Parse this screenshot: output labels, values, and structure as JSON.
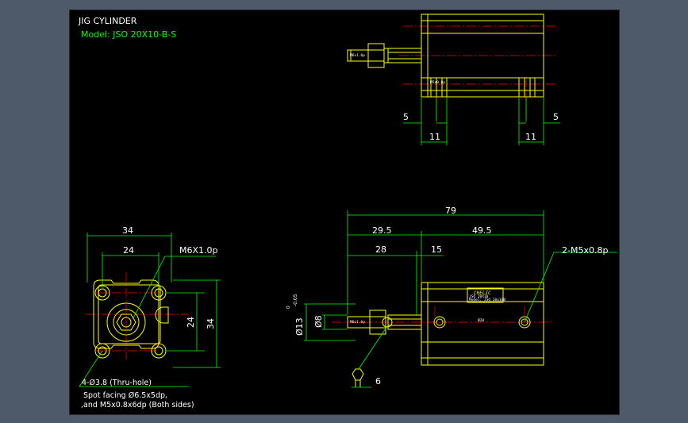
{
  "title": {
    "name": "JIG CYLINDER",
    "model": "Model: JSO 20X10-B-S"
  },
  "colors": {
    "background": "#000000",
    "outline": "#ffff00",
    "dimension": "#00ff00",
    "centerline": "#ff0000",
    "text": "#ffffff",
    "frame": "#4e5a6a"
  },
  "top_view": {
    "dims": {
      "left_5": "5",
      "left_11": "11",
      "right_11": "11",
      "right_5": "5"
    },
    "labels": {
      "rod_end": "M6x1.0p",
      "port": "M5x0.8p"
    }
  },
  "end_view": {
    "dims": {
      "width_outer": "34",
      "width_inner": "24",
      "height_inner": "24",
      "height_outer": "34"
    },
    "thread_label": "M6X1.0p",
    "notes": {
      "holes": "4-Ø3.8 (Thru-hole)",
      "spot": "Spot facing Ø6.5x5dp,",
      "tap": ",and M5x0.8x6dp (Both sides)"
    }
  },
  "side_view": {
    "dims": {
      "overall": "79",
      "rod_part": "29.5",
      "body": "49.5",
      "rod_len": "28",
      "stroke": "15",
      "rod_dia": "Ø8",
      "bore": "Ø13",
      "tol_upper": "0",
      "tol_lower": "-0.05",
      "wrench": "6",
      "ports": "2-M5x0.8p"
    },
    "labels": {
      "rod_end": "M6x1.0p",
      "bore_mark": "Ø20"
    }
  },
  "nameplate": {
    "brand": "CHELIC",
    "model_line": "JSO 20X10",
    "spec_line": "Model: JSO 20x10B"
  }
}
